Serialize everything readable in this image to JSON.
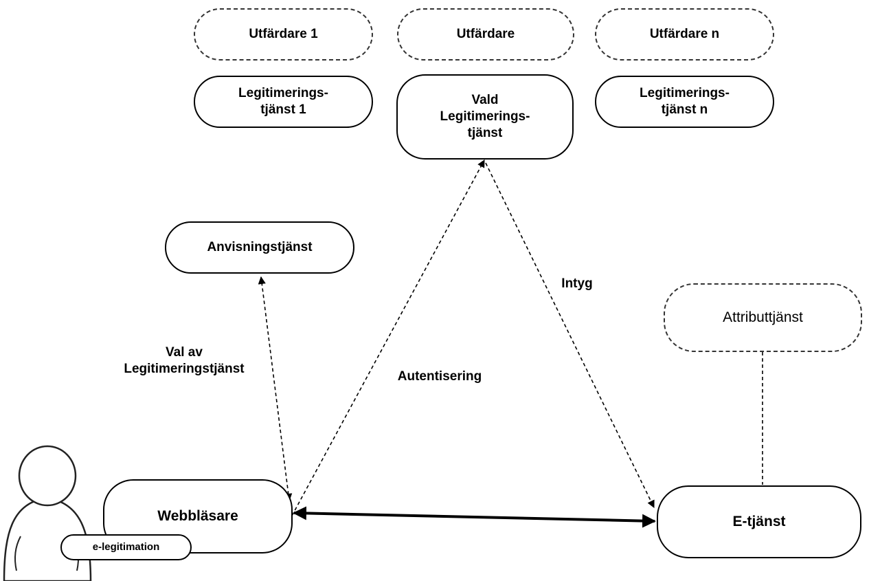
{
  "nodes": {
    "issuer_1": "Utfärdare 1",
    "issuer": "Utfärdare",
    "issuer_n": "Utfärdare n",
    "idp_1": "Legitimerings-\ntjänst 1",
    "idp_selected": "Vald\nLegitimerings-\ntjänst",
    "idp_n": "Legitimerings-\ntjänst n",
    "discovery": "Anvisningstjänst",
    "attribute_service": "Attributtjänst",
    "browser": "Webbläsare",
    "eservice": "E-tjänst",
    "eid_token": "e-legitimation"
  },
  "edge_labels": {
    "select_idp": "Val av\nLegitimeringstjänst",
    "authentication": "Autentisering",
    "assertion": "Intyg"
  },
  "colors": {
    "stroke": "#000000",
    "person_fill": "#ffffff",
    "person_stroke": "#222222"
  }
}
